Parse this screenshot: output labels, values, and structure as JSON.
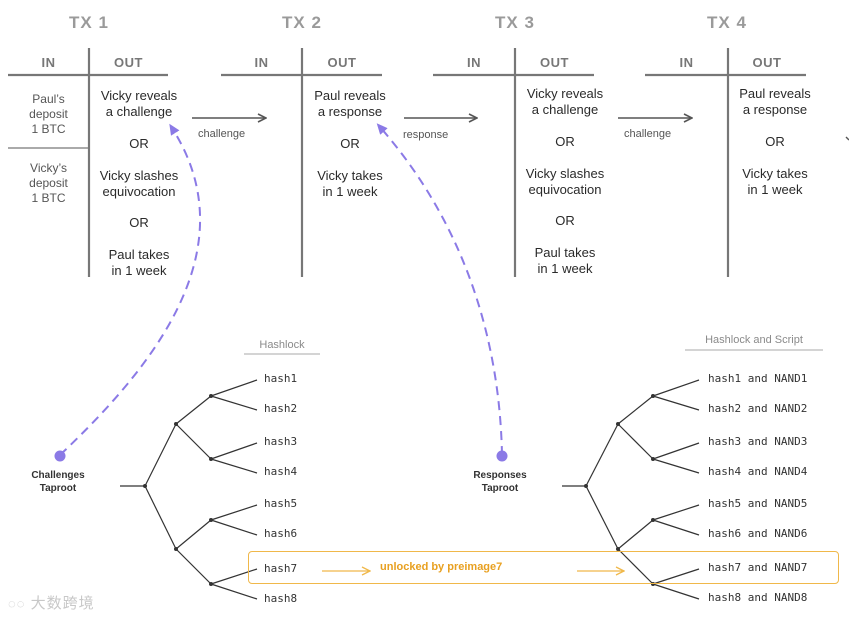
{
  "transactions": [
    {
      "title": "TX 1",
      "in_header": "IN",
      "out_header": "OUT",
      "inputs": [
        [
          "Paul’s",
          "deposit",
          "1 BTC"
        ],
        [
          "Vicky’s",
          "deposit",
          "1 BTC"
        ]
      ],
      "outputs": [
        [
          "Vicky reveals",
          "a challenge"
        ],
        [
          "OR"
        ],
        [
          "Vicky slashes",
          "equivocation"
        ],
        [
          "OR"
        ],
        [
          "Paul takes",
          "in 1 week"
        ]
      ]
    },
    {
      "title": "TX 2",
      "in_header": "IN",
      "out_header": "OUT",
      "outputs": [
        [
          "Paul reveals",
          "a response"
        ],
        [
          "OR"
        ],
        [
          "Vicky takes",
          "in 1 week"
        ]
      ]
    },
    {
      "title": "TX 3",
      "in_header": "IN",
      "out_header": "OUT",
      "outputs": [
        [
          "Vicky reveals",
          "a challenge"
        ],
        [
          "OR"
        ],
        [
          "Vicky slashes",
          "equivocation"
        ],
        [
          "OR"
        ],
        [
          "Paul takes",
          "in 1 week"
        ]
      ]
    },
    {
      "title": "TX 4",
      "in_header": "IN",
      "out_header": "OUT",
      "outputs": [
        [
          "Paul reveals",
          "a response"
        ],
        [
          "OR"
        ],
        [
          "Vicky takes",
          "in 1 week"
        ]
      ]
    }
  ],
  "edge_labels": [
    "challenge",
    "response",
    "challenge"
  ],
  "challenges_tree": {
    "header": "Hashlock",
    "root_label": [
      "Challenges",
      "Taproot"
    ],
    "leaves": [
      "hash1",
      "hash2",
      "hash3",
      "hash4",
      "hash5",
      "hash6",
      "hash7",
      "hash8"
    ]
  },
  "responses_tree": {
    "header": "Hashlock and Script",
    "root_label": [
      "Responses",
      "Taproot"
    ],
    "leaves": [
      "hash1 and NAND1",
      "hash2 and NAND2",
      "hash3 and NAND3",
      "hash4 and NAND4",
      "hash5 and NAND5",
      "hash6 and NAND6",
      "hash7 and NAND7",
      "hash8 and NAND8"
    ]
  },
  "unlock_label": "unlocked by preimage7",
  "watermark": "大数跨境",
  "colors": {
    "dashed_arrow": "#8b7ae6",
    "highlight": "#f0b84a",
    "table_lines": "#777777"
  }
}
